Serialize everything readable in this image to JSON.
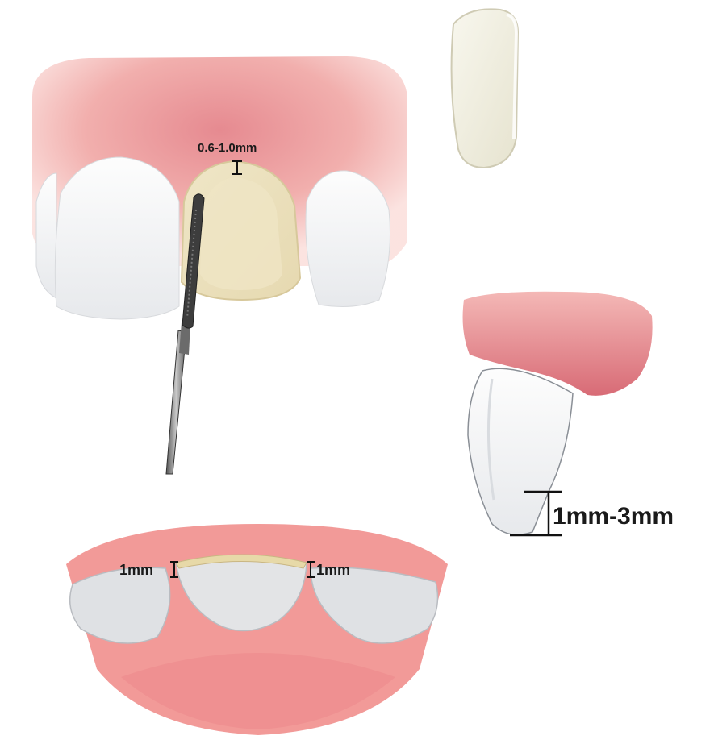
{
  "labels": {
    "enamel_reduction": "0.6-1.0mm",
    "incisal_reduction": "1mm-3mm",
    "proximal_left": "1mm",
    "proximal_right": "1mm"
  },
  "colors": {
    "gum": "#f2a3a0",
    "gum_dark": "#d9737a",
    "tooth": "#f4f4f2",
    "prepared_tooth": "#ede3c2",
    "veneer": "#f1efe0",
    "bur": "#4a4a4a",
    "line": "#111111"
  }
}
